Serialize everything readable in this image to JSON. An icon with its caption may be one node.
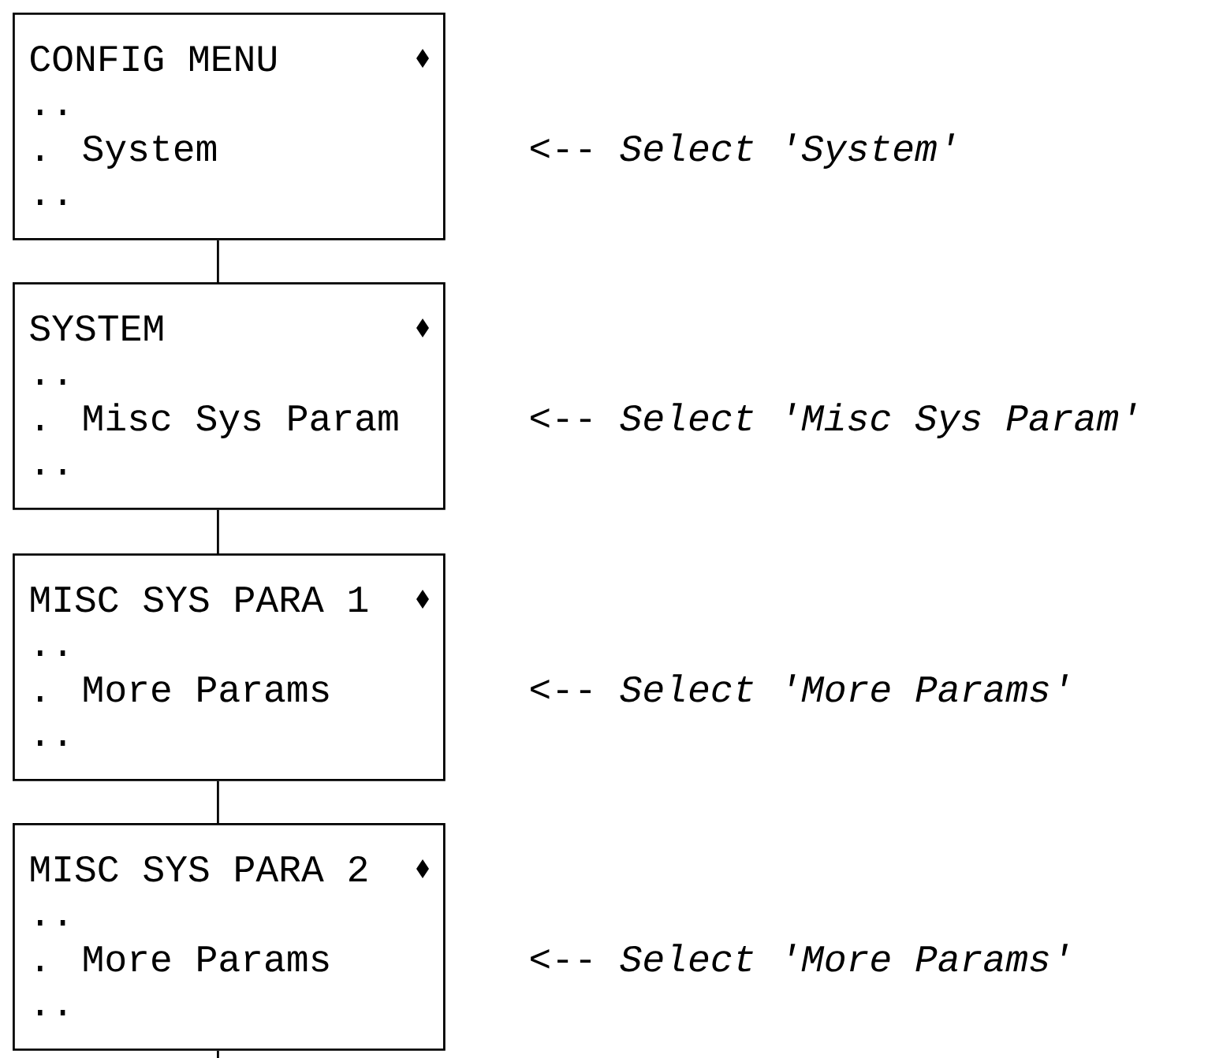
{
  "diagram": {
    "nodes": [
      {
        "text": [
          "CONFIG MENU",
          "..",
          ". System",
          ".."
        ],
        "beside": [
          "<-- *Select 'System'*"
        ]
      },
      {
        "text": [
          "SYSTEM",
          "..",
          ". Misc Sys Param",
          ".."
        ],
        "beside": [
          "<-- *Select 'Misc Sys Param'*"
        ]
      },
      {
        "text": [
          "MISC SYS PARA 1",
          "..",
          ". More Params",
          ".."
        ],
        "beside": [
          "<-- *Select 'More Params'*"
        ]
      },
      {
        "text": [
          "MISC SYS PARA 2",
          "..",
          ". More Params",
          ".."
        ],
        "beside": [
          "<-- *Select 'More Params'*"
        ]
      }
    ],
    "edges": [
      {
        "from": 0,
        "to": 1,
        "arrow": "none"
      },
      {
        "from": 1,
        "to": 2,
        "arrow": "none"
      },
      {
        "from": 2,
        "to": 3,
        "arrow": "none"
      },
      {
        "from": 3,
        "to": null,
        "arrow": "none"
      }
    ]
  }
}
